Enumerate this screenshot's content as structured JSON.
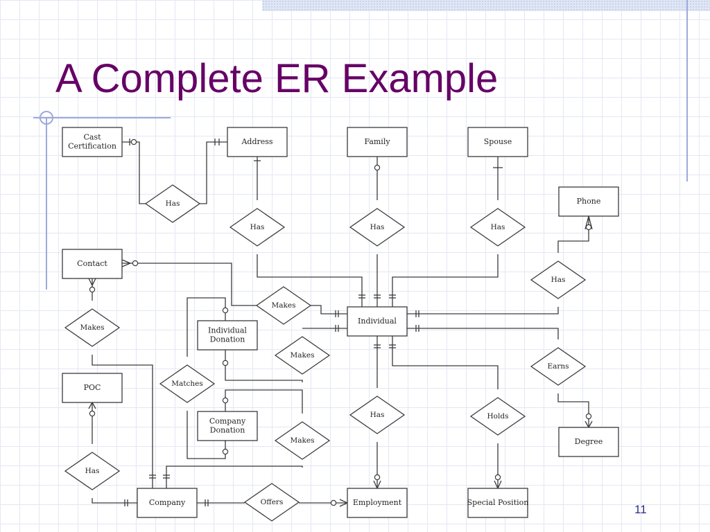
{
  "slide": {
    "title": "A Complete ER Example",
    "page_number": "11"
  },
  "entities": [
    {
      "id": "cast",
      "lines": [
        "Cast",
        "Certification"
      ]
    },
    {
      "id": "address",
      "lines": [
        "Address"
      ]
    },
    {
      "id": "family",
      "lines": [
        "Family"
      ]
    },
    {
      "id": "spouse",
      "lines": [
        "Spouse"
      ]
    },
    {
      "id": "phone",
      "lines": [
        "Phone"
      ]
    },
    {
      "id": "contact",
      "lines": [
        "Contact"
      ]
    },
    {
      "id": "individual",
      "lines": [
        "Individual"
      ]
    },
    {
      "id": "inddon",
      "lines": [
        "Individual",
        "Donation"
      ]
    },
    {
      "id": "poc",
      "lines": [
        "POC"
      ]
    },
    {
      "id": "compdon",
      "lines": [
        "Company",
        "Donation"
      ]
    },
    {
      "id": "degree",
      "lines": [
        "Degree"
      ]
    },
    {
      "id": "company",
      "lines": [
        "Company"
      ]
    },
    {
      "id": "employment",
      "lines": [
        "Employment"
      ]
    },
    {
      "id": "specpos",
      "lines": [
        "Special Position"
      ]
    }
  ],
  "relationships": [
    {
      "id": "has-cast-address",
      "label": "Has"
    },
    {
      "id": "has-address",
      "label": "Has"
    },
    {
      "id": "has-family",
      "label": "Has"
    },
    {
      "id": "has-spouse",
      "label": "Has"
    },
    {
      "id": "has-phone",
      "label": "Has"
    },
    {
      "id": "makes-contact",
      "label": "Makes"
    },
    {
      "id": "makes-contact-ind",
      "label": "Makes"
    },
    {
      "id": "makes-ind-don",
      "label": "Makes"
    },
    {
      "id": "matches",
      "label": "Matches"
    },
    {
      "id": "makes-comp-don",
      "label": "Makes"
    },
    {
      "id": "earns",
      "label": "Earns"
    },
    {
      "id": "has-poc",
      "label": "Has"
    },
    {
      "id": "has-employment",
      "label": "Has"
    },
    {
      "id": "holds",
      "label": "Holds"
    },
    {
      "id": "offers",
      "label": "Offers"
    }
  ]
}
